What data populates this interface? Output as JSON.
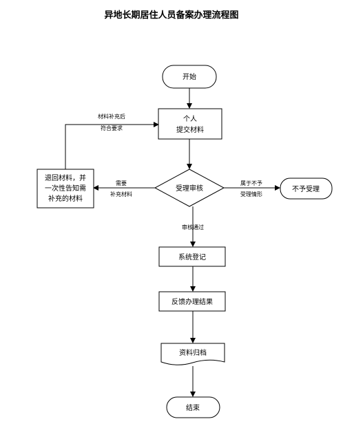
{
  "title": "异地长期居住人员备案办理流程图",
  "nodes": {
    "start": "开始",
    "submit_line1": "个人",
    "submit_line2": "提交材料",
    "review": "受理审核",
    "return_line1": "退回材料，并",
    "return_line2": "一次性告知需",
    "return_line3": "补充的材料",
    "reject": "不予受理",
    "register": "系统登记",
    "feedback": "反馈办理结果",
    "archive": "资料归档",
    "end": "结束"
  },
  "edge_labels": {
    "resubmit_line1": "材料补充后",
    "resubmit_line2": "符合要求",
    "need_line1": "需要",
    "need_line2": "补充材料",
    "reject_line1": "属于不予",
    "reject_line2": "受理情形",
    "approved": "审核通过"
  }
}
